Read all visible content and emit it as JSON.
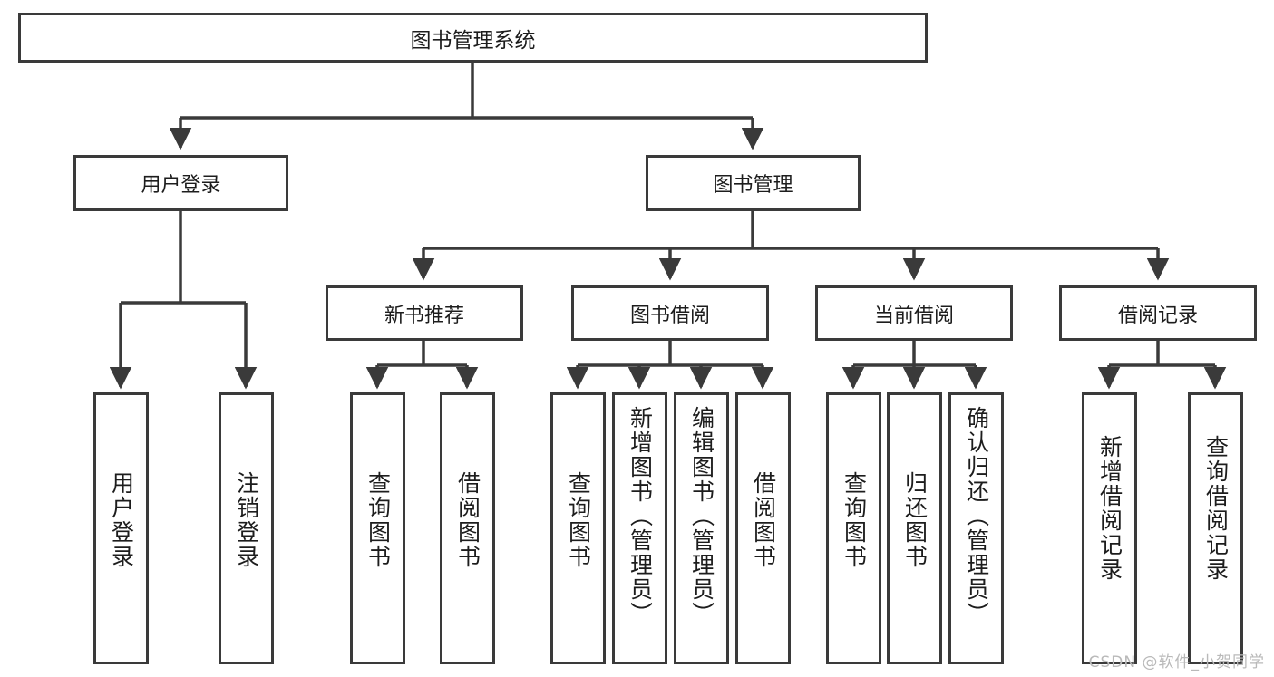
{
  "diagram": {
    "title": "图书管理系统",
    "watermark": "CSDN @软件_小贺同学",
    "type": "tree-hierarchy",
    "stroke_color": "#3a3a3a",
    "fill_color": "#ffffff",
    "text_color": "#1d1d1d",
    "root": {
      "label": "图书管理系统"
    },
    "level1": [
      {
        "label": "用户登录"
      },
      {
        "label": "图书管理"
      }
    ],
    "level2": [
      {
        "label": "新书推荐"
      },
      {
        "label": "图书借阅"
      },
      {
        "label": "当前借阅"
      },
      {
        "label": "借阅记录"
      }
    ],
    "leaves": [
      {
        "label": "用户登录",
        "parent": "用户登录"
      },
      {
        "label": "注销登录",
        "parent": "用户登录"
      },
      {
        "label": "查询图书",
        "parent": "新书推荐"
      },
      {
        "label": "借阅图书",
        "parent": "新书推荐"
      },
      {
        "label": "查询图书",
        "parent": "图书借阅"
      },
      {
        "label": "新增图书（管理员）",
        "parent": "图书借阅"
      },
      {
        "label": "编辑图书（管理员）",
        "parent": "图书借阅"
      },
      {
        "label": "借阅图书",
        "parent": "图书借阅"
      },
      {
        "label": "查询图书",
        "parent": "当前借阅"
      },
      {
        "label": "归还图书",
        "parent": "当前借阅"
      },
      {
        "label": "确认归还（管理员）",
        "parent": "当前借阅"
      },
      {
        "label": "新增借阅记录",
        "parent": "借阅记录"
      },
      {
        "label": "查询借阅记录",
        "parent": "借阅记录"
      }
    ]
  }
}
